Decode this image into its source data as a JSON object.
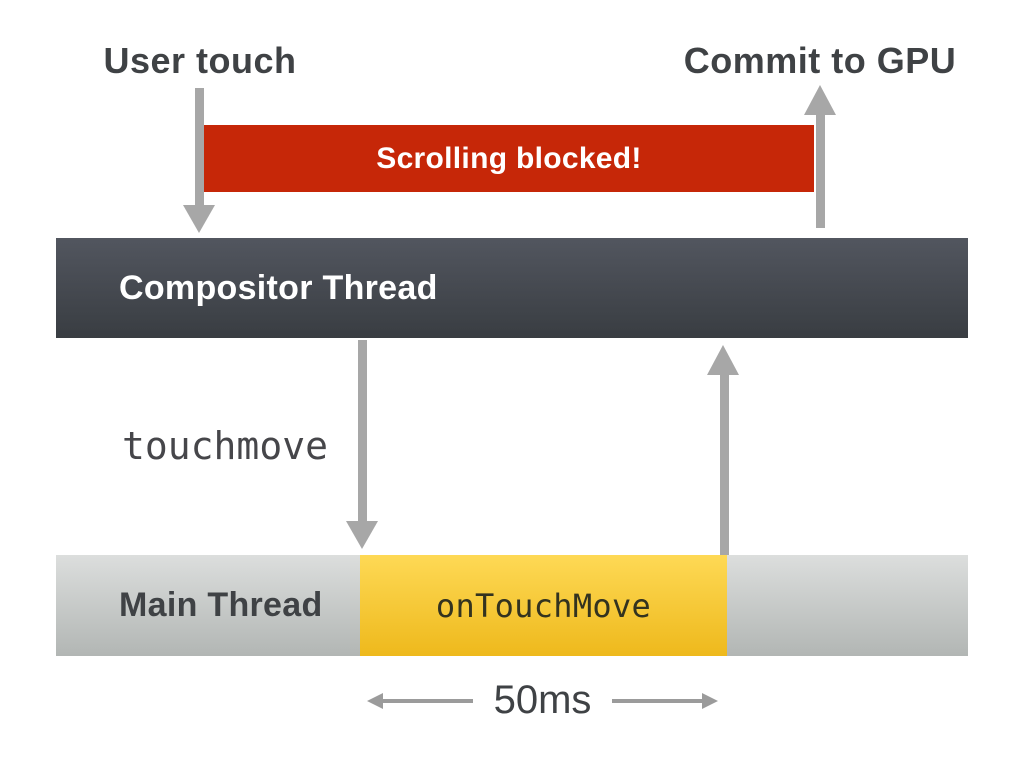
{
  "labels": {
    "user_touch": "User touch",
    "commit_to_gpu": "Commit to GPU",
    "scrolling_blocked": "Scrolling blocked!",
    "compositor_thread": "Compositor Thread",
    "touchmove_event": "touchmove",
    "main_thread": "Main Thread",
    "on_touch_move": "onTouchMove",
    "duration": "50ms"
  },
  "colors": {
    "blocked_bar": "#c62708",
    "compositor_top": "#52565f",
    "compositor_bottom": "#393d42",
    "main_top": "#dcdedd",
    "main_bottom": "#b2b6b4",
    "busy_top": "#fed955",
    "busy_bottom": "#eeb91c",
    "busy_text": "#33331f",
    "arrow": "#a7a7a7",
    "arrow_small": "#9b9b9b",
    "text_dark": "#3f4245",
    "text_white": "#ffffff",
    "mono_text": "#46464a"
  }
}
